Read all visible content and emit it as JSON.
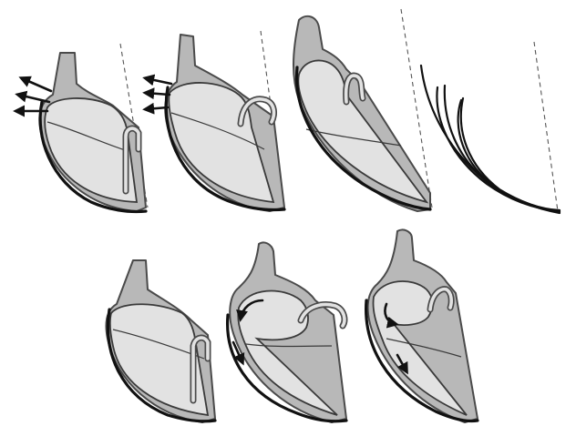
{
  "figure": {
    "kind": "schematic sequence",
    "panels": [
      {
        "id": "top-1",
        "features": [
          "arrows-outward",
          "dashed-boundary",
          "hook"
        ]
      },
      {
        "id": "top-2",
        "features": [
          "arrows-outward",
          "dashed-boundary",
          "hook"
        ]
      },
      {
        "id": "top-3",
        "features": [
          "dashed-boundary",
          "hook"
        ]
      },
      {
        "id": "top-4",
        "features": [
          "fiber-bundle",
          "dashed-boundary"
        ]
      },
      {
        "id": "bottom-1",
        "features": [
          "hook"
        ]
      },
      {
        "id": "bottom-2",
        "features": [
          "curved-arrow",
          "downward-arrow",
          "hook"
        ]
      },
      {
        "id": "bottom-3",
        "features": [
          "curved-arrow",
          "downward-arrow",
          "hook"
        ]
      }
    ]
  },
  "colors": {
    "base_fill": "#b8b8b8",
    "cell_fill": "#e2e2e2",
    "outline": "#111111",
    "background": "#ffffff"
  }
}
